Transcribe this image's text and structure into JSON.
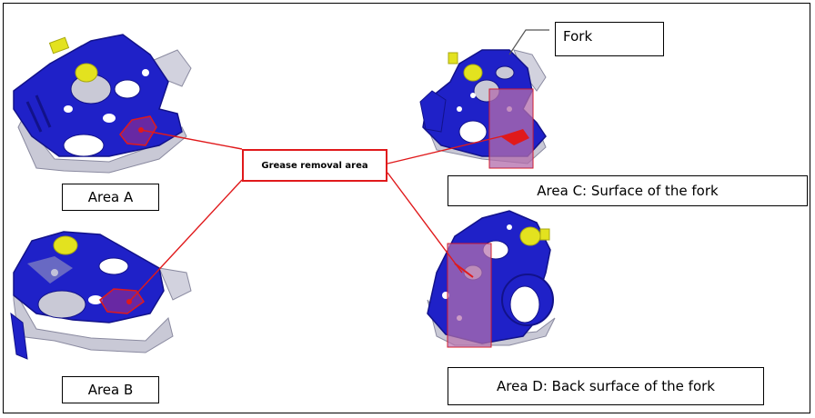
{
  "labels": {
    "grease_removal": "Grease removal area",
    "area_a": "Area A",
    "area_b": "Area B",
    "area_c": "Area C: Surface of the fork",
    "area_d": "Area D: Back surface of the fork",
    "fork": "Fork"
  },
  "colors": {
    "part_blue": "#1f21c8",
    "part_dark": "#12128a",
    "part_gray": "#c9c9d6",
    "pin_yellow": "#e3e21f",
    "highlight_red": "#e0191b",
    "highlight_pink": "#f2b8c0",
    "highlight_purple": "#7a2a9a"
  },
  "icons": [
    "lever-part-area-a",
    "lever-part-area-b",
    "lever-part-area-c",
    "lever-part-area-d"
  ]
}
